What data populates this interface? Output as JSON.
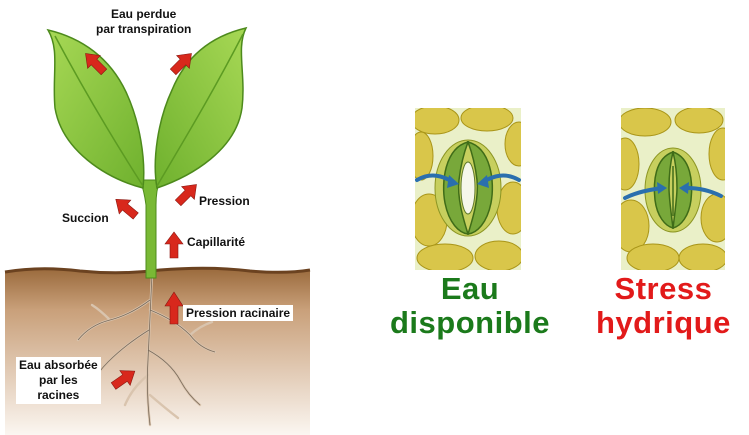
{
  "plant_diagram": {
    "labels": {
      "transpiration": "Eau perdue\npar transpiration",
      "suction": "Succion",
      "pressure": "Pression",
      "capillarity": "Capillarité",
      "root_pressure": "Pression racinaire",
      "absorbed": "Eau absorbée\npar les\nracines"
    }
  },
  "stomata": {
    "open": {
      "label": "Eau\ndisponible",
      "color": "#1b7a1b"
    },
    "closed": {
      "label": "Stress\nhydrique",
      "color": "#e21a1a"
    }
  },
  "colors": {
    "arrow_red": "#d8281c",
    "leaf_green": "#86c43a",
    "soil_brown": "#8b5a2b",
    "water_arrow_blue": "#2a6fae"
  }
}
